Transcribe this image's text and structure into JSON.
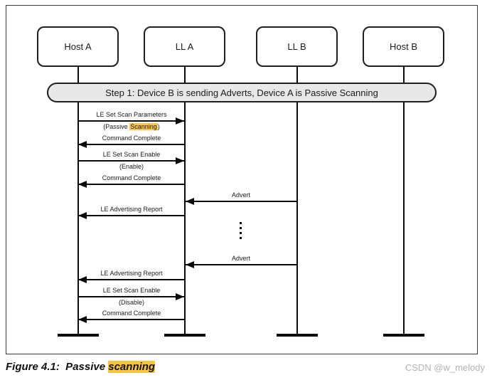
{
  "colors": {
    "highlight_diagram": "#f9c453",
    "highlight_caption": "#f7c63d",
    "banner_fill": "#e8e8e8",
    "line_color": "#0a0a0a",
    "watermark_color": "#b3b3b3"
  },
  "diagram": {
    "actors": [
      "Host A",
      "LL A",
      "LL B",
      "Host B"
    ],
    "banner": "Step 1: Device B is sending Adverts, Device A is Passive Scanning",
    "messages": [
      {
        "label": "LE Set Scan Parameters",
        "from": "Host A",
        "to": "LL A",
        "direction": "right",
        "sub_pre": "(Passive ",
        "sub_hl": "Scanning",
        "sub_post": ")"
      },
      {
        "label": "Command Complete",
        "from": "LL A",
        "to": "Host A",
        "direction": "left"
      },
      {
        "label": "LE Set Scan Enable",
        "from": "Host A",
        "to": "LL A",
        "direction": "right",
        "sub_pre": "(Enable)",
        "sub_hl": "",
        "sub_post": ""
      },
      {
        "label": "Command Complete",
        "from": "LL A",
        "to": "Host A",
        "direction": "left"
      },
      {
        "label": "Advert",
        "from": "LL B",
        "to": "LL A",
        "direction": "left"
      },
      {
        "label": "LE Advertising Report",
        "from": "LL A",
        "to": "Host A",
        "direction": "left"
      },
      {
        "label": "Advert",
        "from": "LL B",
        "to": "LL A",
        "direction": "left"
      },
      {
        "label": "LE Advertising Report",
        "from": "LL A",
        "to": "Host A",
        "direction": "left"
      },
      {
        "label": "LE Set Scan Enable",
        "from": "Host A",
        "to": "LL A",
        "direction": "right",
        "sub_pre": "(Disable)",
        "sub_hl": "",
        "sub_post": ""
      },
      {
        "label": "Command Complete",
        "from": "LL A",
        "to": "Host A",
        "direction": "left"
      }
    ]
  },
  "caption": {
    "pre": "Figure 4.1:  Passive ",
    "hl": "scanning"
  },
  "watermark": "CSDN @w_melody"
}
